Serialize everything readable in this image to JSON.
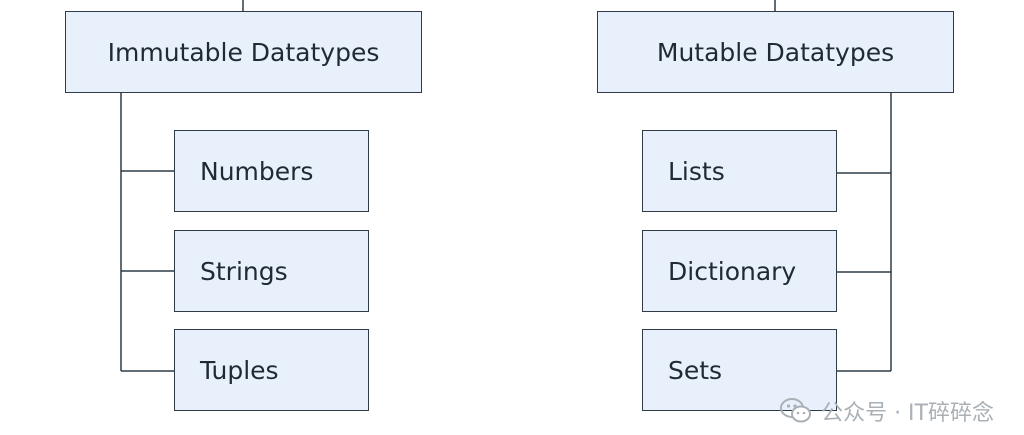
{
  "diagram": {
    "left_group": {
      "title": "Immutable Datatypes",
      "items": [
        "Numbers",
        "Strings",
        "Tuples"
      ]
    },
    "right_group": {
      "title": "Mutable Datatypes",
      "items": [
        "Lists",
        "Dictionary",
        "Sets"
      ]
    },
    "colors": {
      "box_fill": "#e8f1fb",
      "box_border": "#2f3b46",
      "line": "#2f3b46"
    }
  },
  "watermark": {
    "text": "公众号 · IT碎碎念",
    "icon": "wechat-icon"
  }
}
